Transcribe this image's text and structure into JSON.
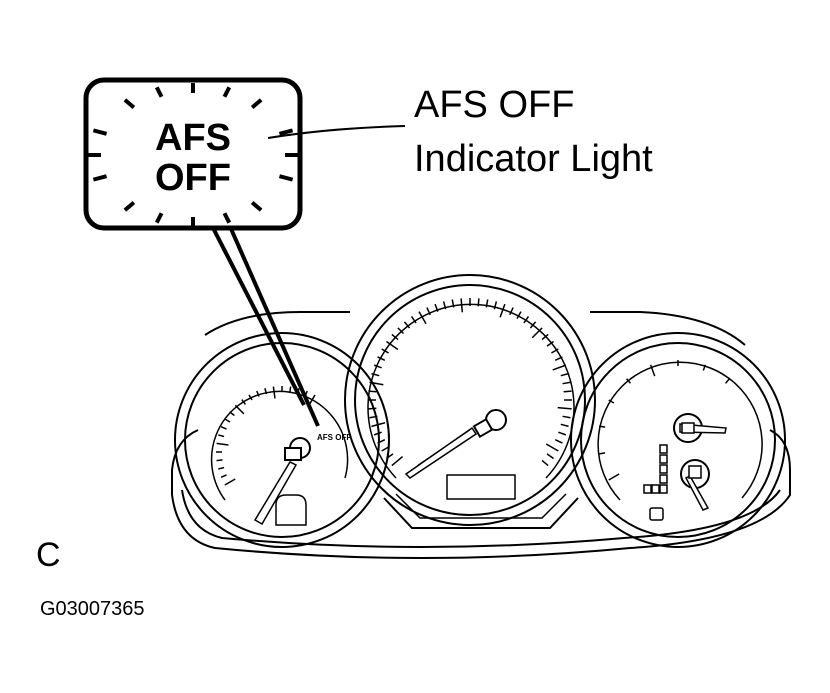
{
  "callout": {
    "line1": "AFS OFF",
    "line2": "Indicator Light"
  },
  "indicator": {
    "word1": "AFS",
    "word2": "OFF",
    "mini_text": "AFS OFF"
  },
  "corner_letter": "C",
  "figure_code": "G03007365",
  "colors": {
    "ink": "#000000",
    "paper": "#ffffff"
  }
}
